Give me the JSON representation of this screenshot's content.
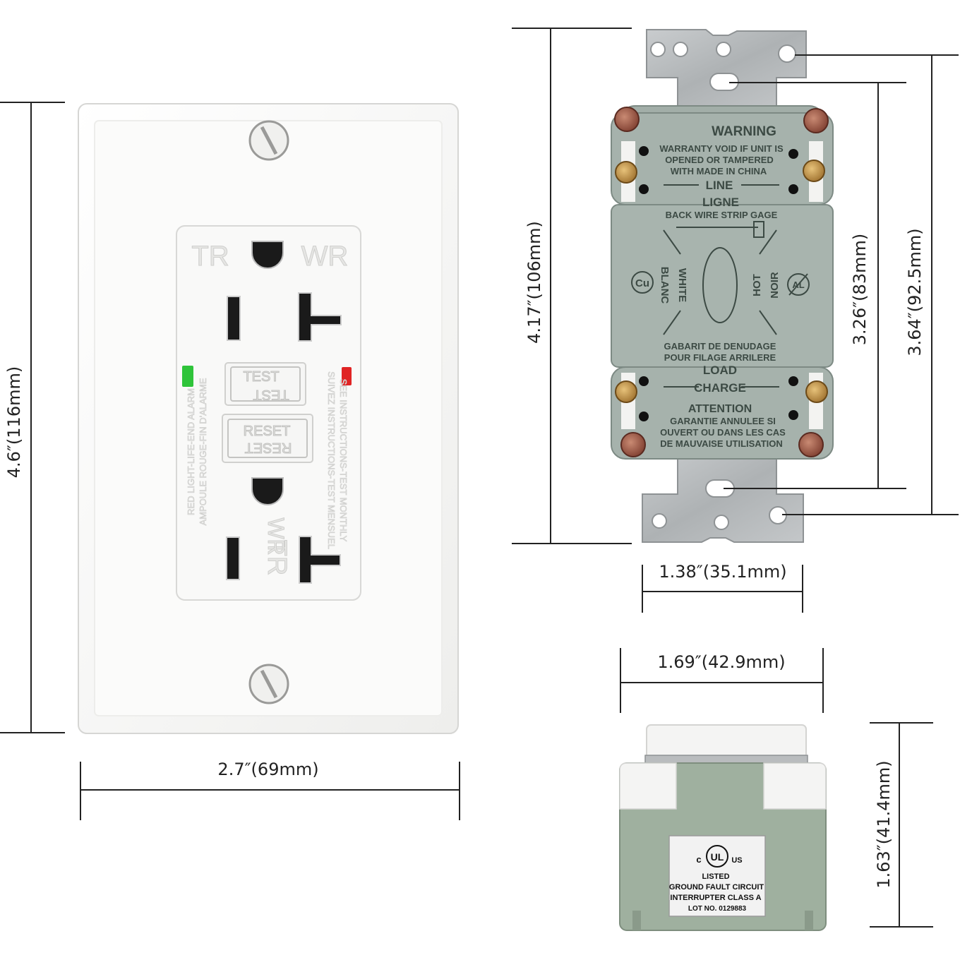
{
  "dimensions": {
    "plate_height": "4.6″(116mm)",
    "plate_width": "2.7″(69mm)",
    "yoke_height": "4.17″(106mm)",
    "hole_spacing_inner": "3.26″(83mm)",
    "hole_spacing_outer": "3.64″(92.5mm)",
    "body_width": "1.38″(35.1mm)",
    "side_width": "1.69″(42.9mm)",
    "depth": "1.63″(41.4mm)"
  },
  "front": {
    "tr_top": "TR",
    "wr_top": "WR",
    "test": "TEST",
    "reset": "RESET",
    "left_label_1": "RED LIGHT-LIFE-END ALARM",
    "left_label_2": "AMPOULE ROUGE-FIN D'ALARME",
    "right_label_1": "SEE INSTRUCTIONS-TEST MONTHLY",
    "right_label_2": "SUIVEZ INSTRUCTIONS-TEST MENSUEL",
    "tr_bottom": "TR",
    "wr_bottom": "WR",
    "led_colors": {
      "green": "#2fc43a",
      "red": "#e02424"
    }
  },
  "back": {
    "warning": "WARNING",
    "warranty_1": "WARRANTY VOID IF UNIT IS",
    "warranty_2": "OPENED OR TAMPERED",
    "warranty_3": "WITH MADE IN CHINA",
    "line": "LINE",
    "ligne": "LIGNE",
    "strip_gage": "BACK WIRE STRIP GAGE",
    "cu": "Cu",
    "white": "WHITE",
    "blanc": "BLANC",
    "hot": "HOT",
    "noir": "NOIR",
    "al": "AL",
    "gabarit_1": "GABARIT DE DENUDAGE",
    "gabarit_2": "POUR FILAGE ARRILERE",
    "load": "LOAD",
    "charge": "CHARGE",
    "attention": "ATTENTION",
    "garantie_1": "GARANTIE ANNULEE SI",
    "garantie_2": "OUVERT OU DANS LES CAS",
    "garantie_3": "DE MAUVAISE UTILISATION"
  },
  "side": {
    "c_mark": "c",
    "ul_mark": "UL",
    "us_mark": "US",
    "listed": "LISTED",
    "gfci_1": "GROUND FAULT CIRCUIT",
    "gfci_2": "INTERRUPTER CLASS A",
    "lot": "LOT NO. 0129883"
  }
}
